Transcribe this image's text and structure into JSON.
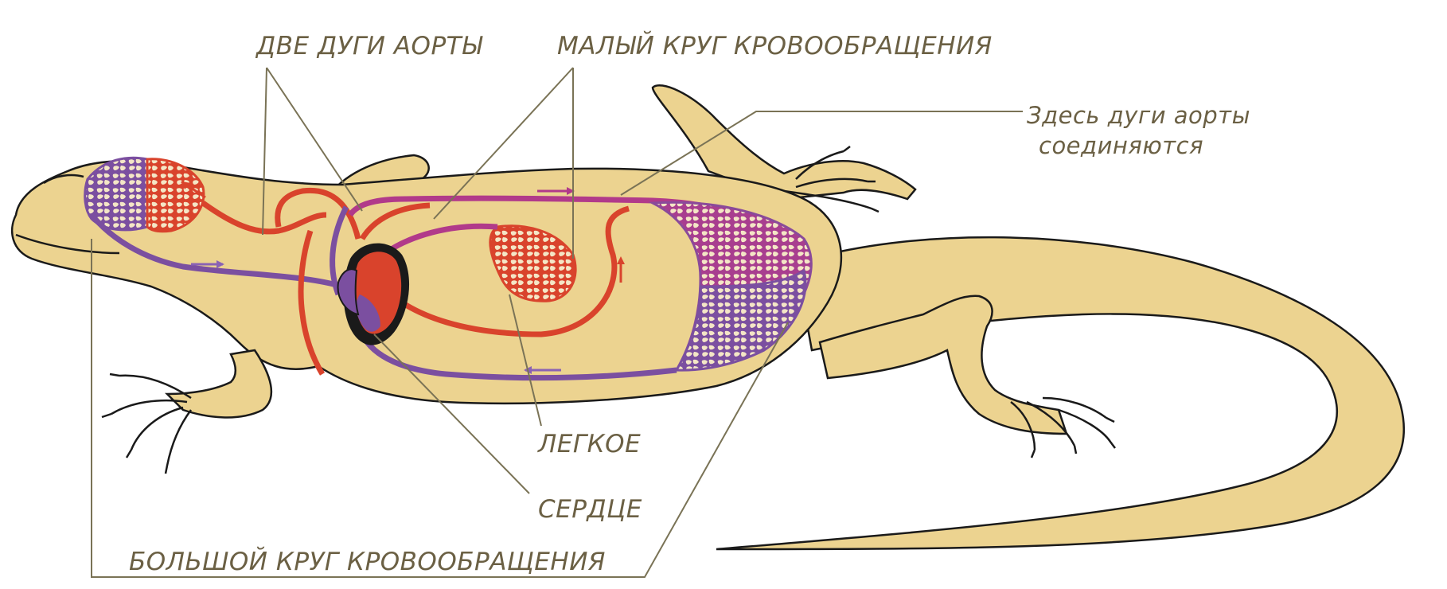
{
  "labels": {
    "two_aortic_arches": "ДВЕ ДУГИ АОРТЫ",
    "pulmonary_circulation": "МАЛЫЙ  КРУГ КРОВООБРАЩЕНИЯ",
    "arches_join_line1": "Здесь дуги аорты",
    "arches_join_line2": "соединяются",
    "lung": "ЛЕГКОЕ",
    "heart": "СЕРДЦЕ",
    "systemic_circulation": "БОЛЬШОЙ КРУГ КРОВООБРАЩЕНИЯ"
  },
  "colors": {
    "body": "#ecd390",
    "outline": "#1a1a1a",
    "arterial": "#d9432c",
    "venous": "#7b4fa0",
    "mixed": "#b13a8a",
    "leader": "#7a7356",
    "label_text": "#6b6044",
    "background": "#ffffff"
  }
}
